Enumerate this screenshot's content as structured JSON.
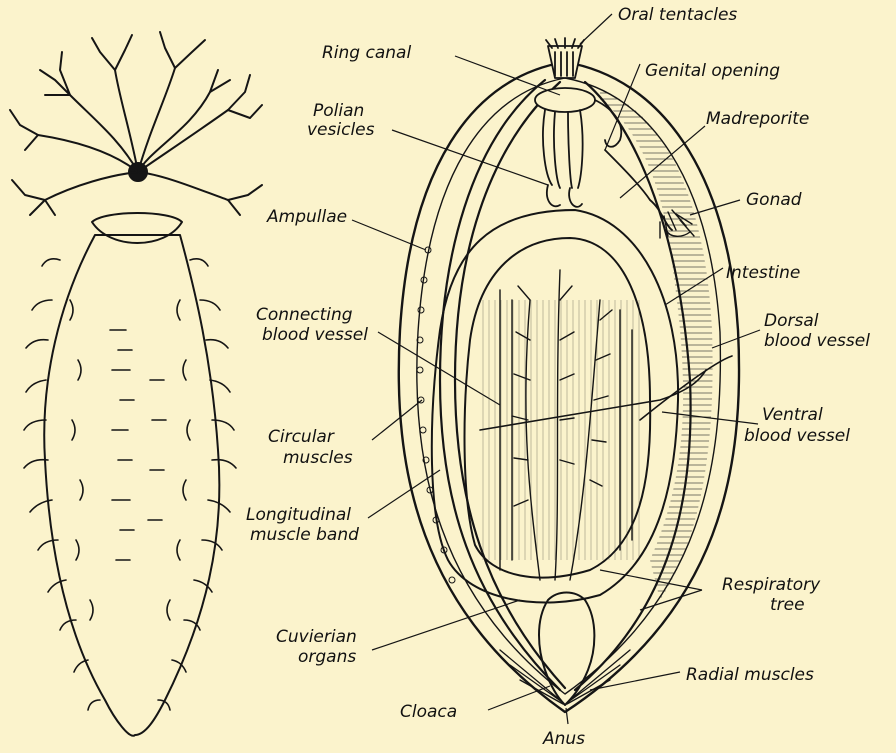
{
  "background_color": "#fbf3cc",
  "ink_color": "#151515",
  "labels": {
    "oral_tentacles": "Oral tentacles",
    "ring_canal": "Ring canal",
    "genital_opening": "Genital opening",
    "polian_vesicles": [
      "Polian",
      "vesicles"
    ],
    "madreporite": "Madreporite",
    "gonad": "Gonad",
    "ampullae": "Ampullae",
    "intestine": "Intestine",
    "connecting_blood_vessel": [
      "Connecting",
      "blood vessel"
    ],
    "dorsal_blood_vessel": [
      "Dorsal",
      "blood vessel"
    ],
    "ventral_blood_vessel": [
      "Ventral",
      "blood vessel"
    ],
    "circular_muscles": [
      "Circular",
      "muscles"
    ],
    "longitudinal_muscle_band": [
      "Longitudinal",
      "muscle band"
    ],
    "respiratory_tree": [
      "Respiratory",
      "tree"
    ],
    "cuvierian_organs": [
      "Cuvierian",
      "organs"
    ],
    "radial_muscles": "Radial muscles",
    "cloaca": "Cloaca",
    "anus": "Anus"
  }
}
